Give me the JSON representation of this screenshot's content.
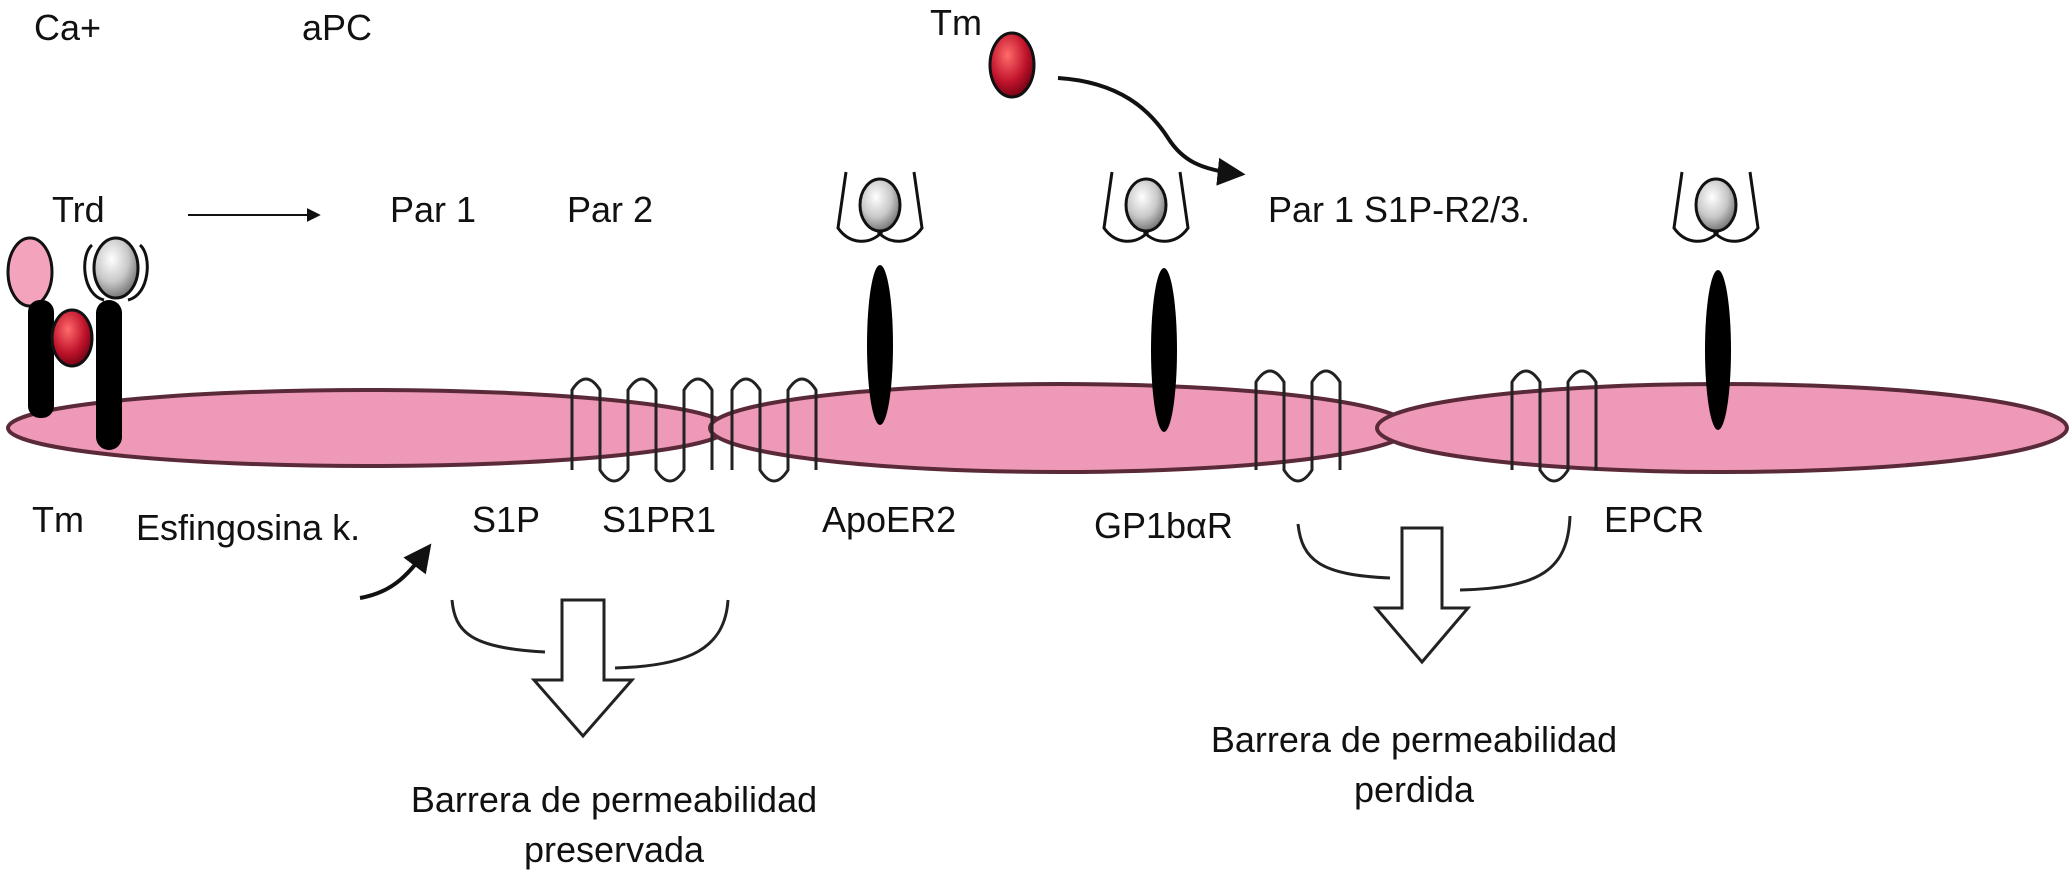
{
  "labels": {
    "ca": "Ca+",
    "apc": "aPC",
    "tm_top": "Tm",
    "trd": "Trd",
    "par1": "Par 1",
    "par2": "Par 2",
    "par1_s1p": "Par 1 S1P-R2/3.",
    "tm_bottom": "Tm",
    "esfingosina": "Esfingosina k.",
    "s1p": "S1P",
    "s1pr1": "S1PR1",
    "apoer2": "ApoER2",
    "gp1bar": "GP1bαR",
    "epcr": "EPCR"
  },
  "outcomes": {
    "preserved_line1": "Barrera de permeabilidad",
    "preserved_line2": "preservada",
    "lost_line1": "Barrera de permeabilidad",
    "lost_line2": "perdida"
  },
  "colors": {
    "cell": "#ee99b8",
    "cell_stroke": "#5a2a38",
    "tm_red": "#c0142c",
    "receptor_black": "#000000",
    "ligand_pink": "#f4a3bd"
  }
}
